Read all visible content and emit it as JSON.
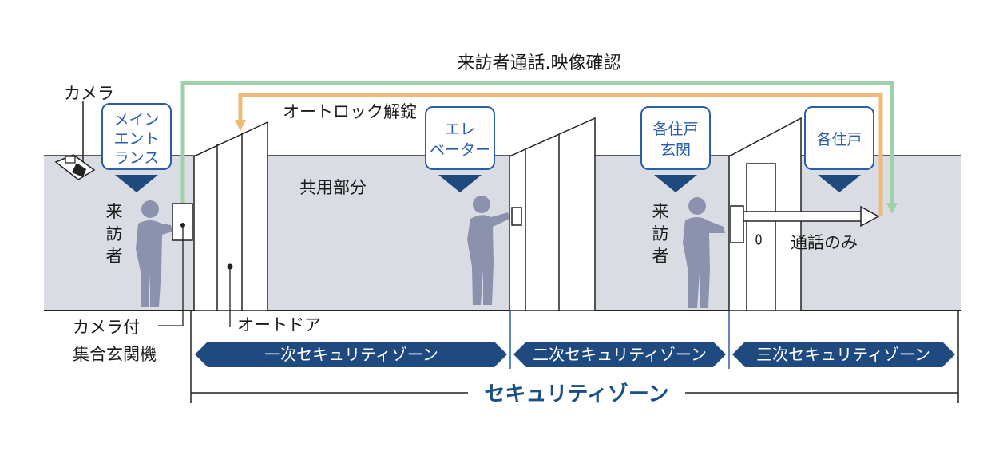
{
  "title": "来訪者通話.映像確認",
  "labels": {
    "camera": "カメラ",
    "autolock_unlock": "オートロック解錠",
    "common_area": "共用部分",
    "visitor": [
      "来",
      "訪",
      "者"
    ],
    "visitor2": [
      "来",
      "訪",
      "者"
    ],
    "call_only": "通話のみ",
    "auto_door": "オートドア",
    "intercom_line1": "カメラ付",
    "intercom_line2": "集合玄関機"
  },
  "callouts": {
    "main_entrance": [
      "メイン",
      "エント",
      "ランス"
    ],
    "elevator": [
      "エレ",
      "ベーター"
    ],
    "unit_entrance": [
      "各住戸",
      "玄関"
    ],
    "unit": [
      "各住戸"
    ]
  },
  "zones": {
    "first": "一次セキュリティゾーン",
    "second": "二次セキュリティゾーン",
    "third": "三次セキュリティゾーン",
    "overall": "セキュリティゾーン"
  },
  "colors": {
    "wall": "#d9dde3",
    "green_line": "#9fd0a8",
    "orange_line": "#f0b978",
    "navy": "#1f4a80",
    "callout_border": "#2a5ea8",
    "figure": "#8c91ad"
  }
}
